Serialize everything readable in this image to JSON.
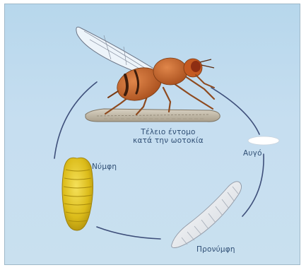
{
  "labels": {
    "adult_line1": "Τέλειο έντομο",
    "adult_line2": "κατά την ωοτοκία",
    "egg": "Αυγό",
    "larva": "Προνύμφη",
    "pupa": "Νύμφη"
  },
  "colors": {
    "background": "#c3dcef",
    "cycle_line": "#3e4f7a",
    "fly_body": "#c2652a",
    "pupa": "#e0c21c",
    "larva": "#f2f2f4",
    "egg": "#ffffff",
    "label_text": "#2f4e74"
  }
}
